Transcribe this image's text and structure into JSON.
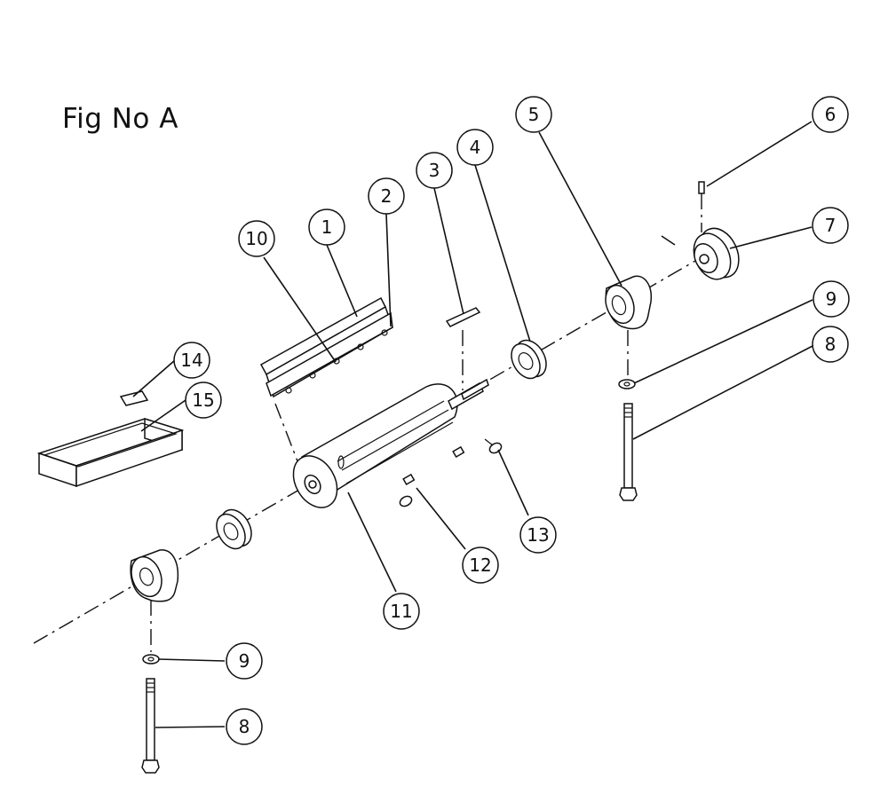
{
  "figure": {
    "title": "Fig No A"
  },
  "callouts": [
    {
      "id": "1",
      "label": "1"
    },
    {
      "id": "2",
      "label": "2"
    },
    {
      "id": "3",
      "label": "3"
    },
    {
      "id": "4",
      "label": "4"
    },
    {
      "id": "5",
      "label": "5"
    },
    {
      "id": "6",
      "label": "6"
    },
    {
      "id": "7",
      "label": "7"
    },
    {
      "id": "8a",
      "label": "8"
    },
    {
      "id": "9a",
      "label": "9"
    },
    {
      "id": "10",
      "label": "10"
    },
    {
      "id": "11",
      "label": "11"
    },
    {
      "id": "12",
      "label": "12"
    },
    {
      "id": "13",
      "label": "13"
    },
    {
      "id": "14",
      "label": "14"
    },
    {
      "id": "15",
      "label": "15"
    },
    {
      "id": "9b",
      "label": "9"
    },
    {
      "id": "8b",
      "label": "8"
    }
  ],
  "colors": {
    "ink": "#111111",
    "background": "#ffffff"
  }
}
